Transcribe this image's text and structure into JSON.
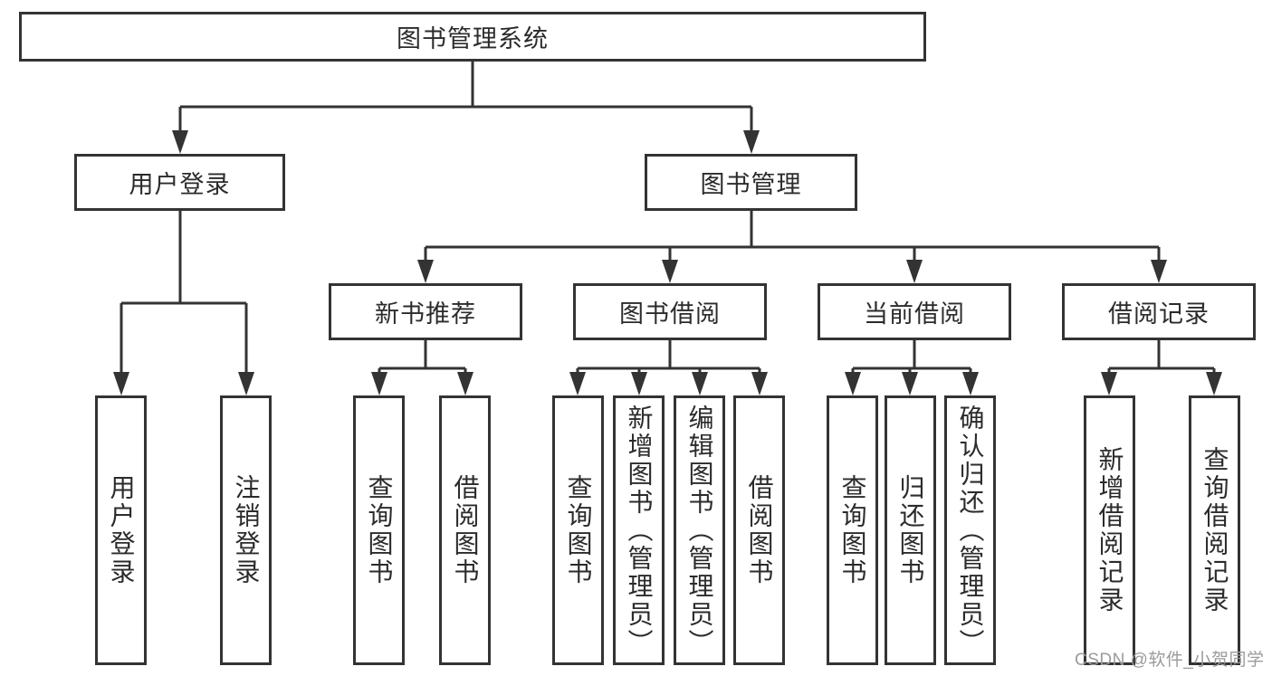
{
  "diagram": {
    "tree": {
      "label": "图书管理系统",
      "children": [
        {
          "label": "用户登录",
          "children": [
            {
              "label": "用户登录"
            },
            {
              "label": "注销登录"
            }
          ]
        },
        {
          "label": "图书管理",
          "children": [
            {
              "label": "新书推荐",
              "children": [
                {
                  "label": "查询图书"
                },
                {
                  "label": "借阅图书"
                }
              ]
            },
            {
              "label": "图书借阅",
              "children": [
                {
                  "label": "查询图书"
                },
                {
                  "label": "新增图书（管理员）"
                },
                {
                  "label": "编辑图书（管理员）"
                },
                {
                  "label": "借阅图书"
                }
              ]
            },
            {
              "label": "当前借阅",
              "children": [
                {
                  "label": "查询图书"
                },
                {
                  "label": "归还图书"
                },
                {
                  "label": "确认归还（管理员）"
                }
              ]
            },
            {
              "label": "借阅记录",
              "children": [
                {
                  "label": "新增借阅记录"
                },
                {
                  "label": "查询借阅记录"
                }
              ]
            }
          ]
        }
      ]
    },
    "colors": {
      "line": "#333333",
      "text": "#2b2b2b",
      "background": "#ffffff",
      "watermark": "#9b9b9b"
    }
  },
  "watermark": {
    "text": "CSDN @软件_小贺同学"
  }
}
